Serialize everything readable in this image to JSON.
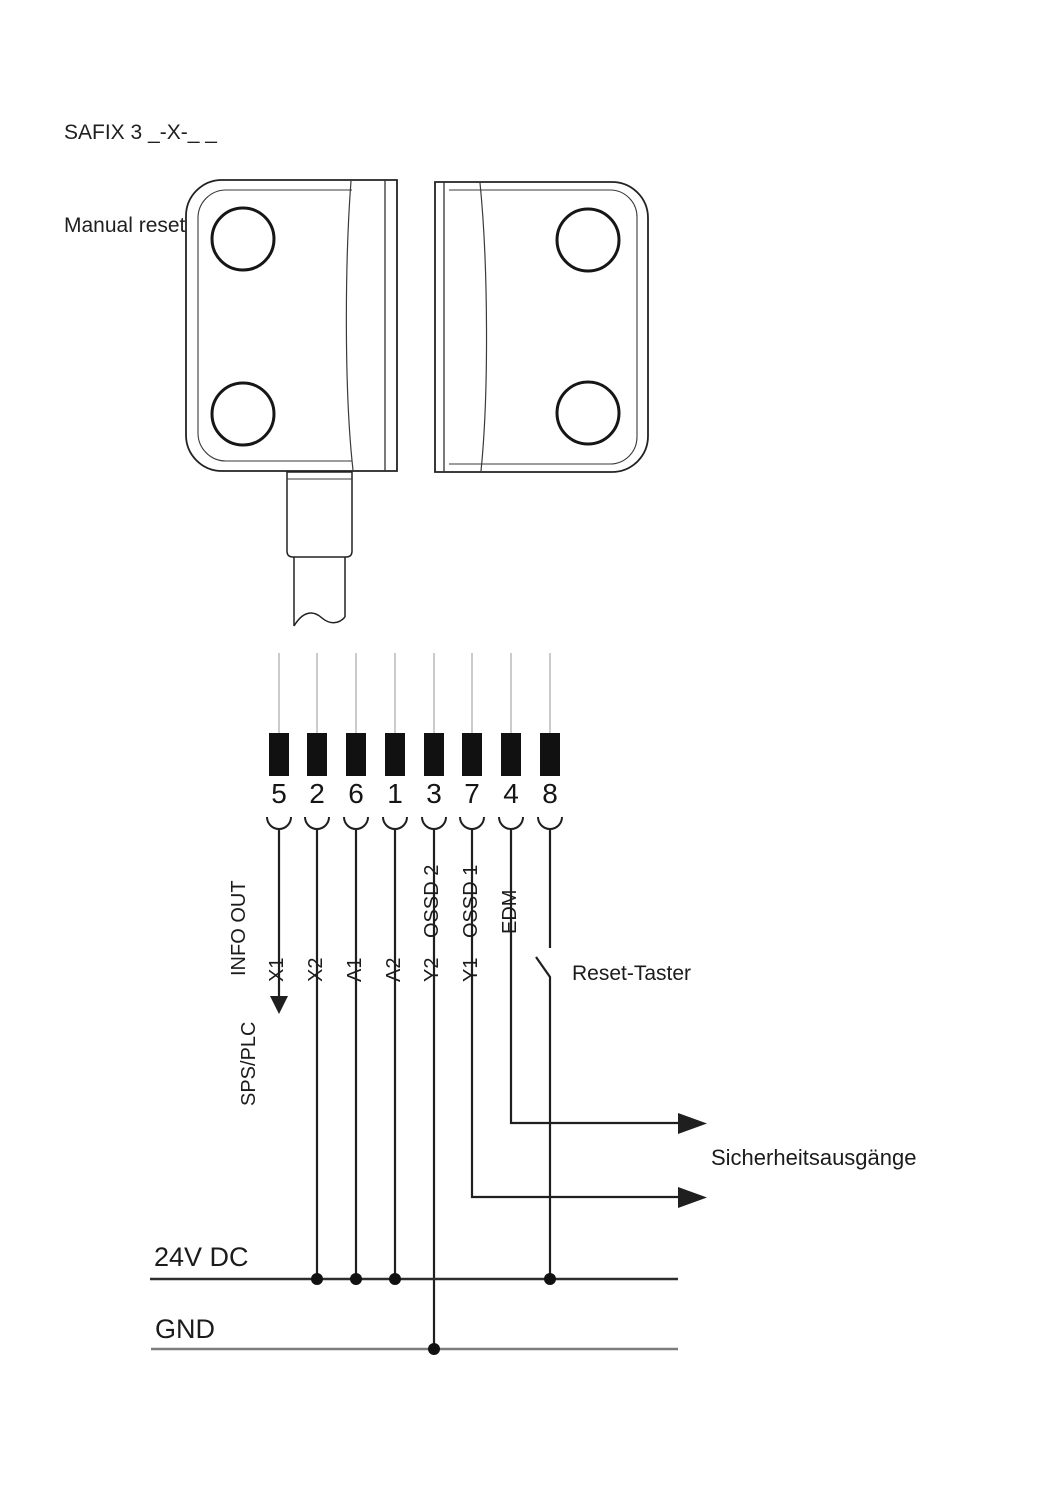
{
  "title": {
    "model": "SAFIX 3 _-X-_ _",
    "mode": "Manual reset"
  },
  "pins": [
    {
      "number": "5",
      "signal": "INFO OUT",
      "sub": ""
    },
    {
      "number": "2",
      "signal": "X1",
      "sub": ""
    },
    {
      "number": "6",
      "signal": "X2",
      "sub": ""
    },
    {
      "number": "1",
      "signal": "A1",
      "sub": ""
    },
    {
      "number": "3",
      "signal": "A2",
      "sub": ""
    },
    {
      "number": "7",
      "signal": "Y2",
      "sub": "OSSD 2"
    },
    {
      "number": "4",
      "signal": "Y1",
      "sub": "OSSD 1"
    },
    {
      "number": "8",
      "signal": "EDM",
      "sub": ""
    }
  ],
  "annotations": {
    "plc": "SPS/PLC",
    "reset_button": "Reset-Taster",
    "safety_outputs": "Sicherheitsausgänge",
    "supply_rail": "24V DC",
    "ground_rail": "GND"
  },
  "colors": {
    "ink": "#1f1f1f",
    "pin_block": "#111111",
    "thin_wire": "#a8a8a8",
    "supply_line": "#2e2e2e",
    "ground_line": "#7d7d7d",
    "background": "#ffffff"
  }
}
